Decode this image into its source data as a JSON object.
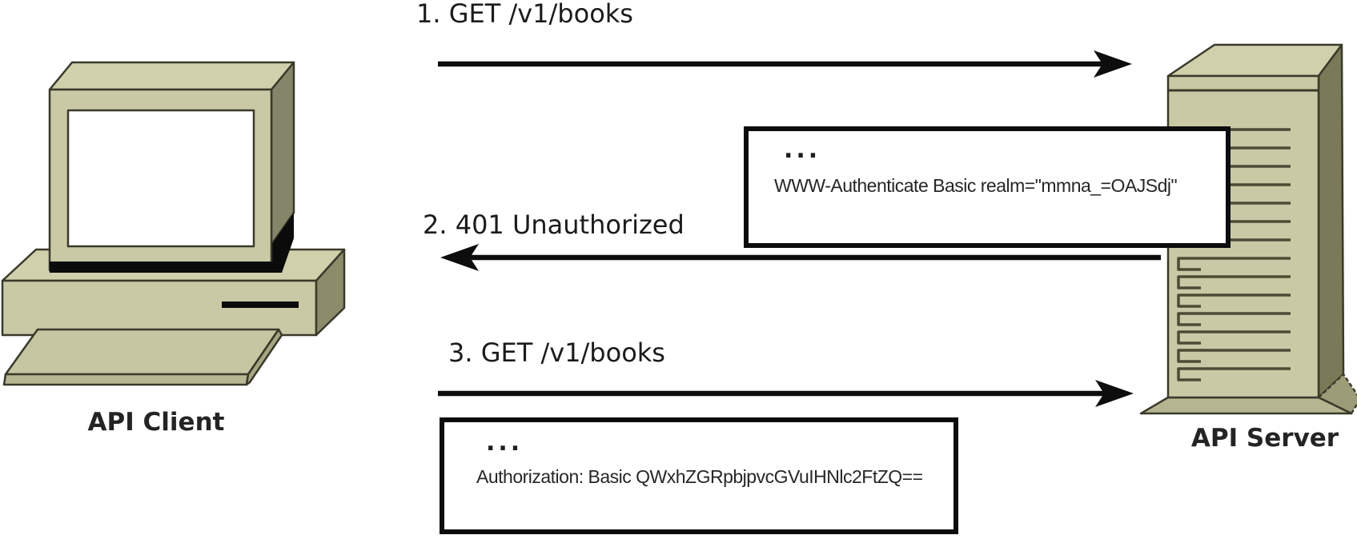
{
  "diagram": {
    "client": {
      "label": "API Client"
    },
    "server": {
      "label": "API Server"
    },
    "messages": [
      {
        "label": "1. GET /v1/books",
        "direction": "right"
      },
      {
        "label": "2. 401 Unauthorized",
        "direction": "left"
      },
      {
        "label": "3. GET /v1/books",
        "direction": "right"
      }
    ],
    "callouts": [
      {
        "ellipsis": "...",
        "header": "WWW-Authenticate Basic realm=\"mmna_=OAJSdj\""
      },
      {
        "ellipsis": "...",
        "header": "Authorization: Basic QWxhZGRpbjpvcGVuIHNlc2FtZQ=="
      }
    ],
    "colors": {
      "machine_fill": "#c9c9a5",
      "machine_top": "#d0d0ac",
      "machine_side": "#7b7a58",
      "outline": "#3a3a2b",
      "arrow": "#0d0d0d",
      "screen": "#ffffff"
    }
  }
}
